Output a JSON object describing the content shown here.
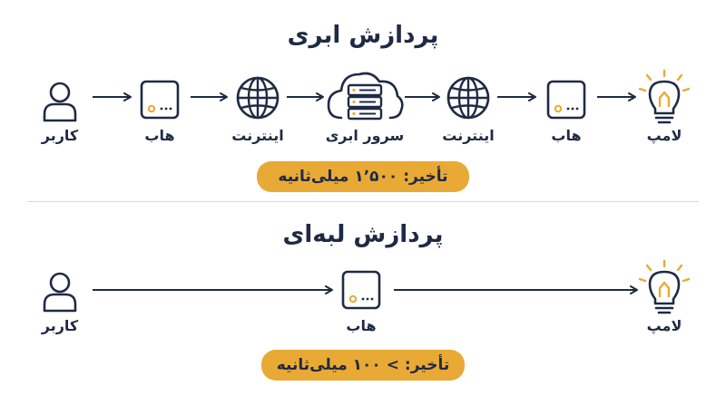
{
  "cloud": {
    "title": "پردازش ابری",
    "nodes": [
      {
        "icon": "user-icon",
        "label": "کاربر"
      },
      {
        "icon": "hub-icon",
        "label": "هاب"
      },
      {
        "icon": "globe-icon",
        "label": "اینترنت"
      },
      {
        "icon": "cloud-server-icon",
        "label": "سرور ابری"
      },
      {
        "icon": "globe-icon",
        "label": "اینترنت"
      },
      {
        "icon": "hub-icon",
        "label": "هاب"
      },
      {
        "icon": "lamp-icon",
        "label": "لامپ"
      }
    ],
    "latency": "تأخیر: ۱٬۵۰۰ میلی‌ثانیه"
  },
  "edge": {
    "title": "پردازش لبه‌ای",
    "nodes": [
      {
        "icon": "user-icon",
        "label": "کاربر"
      },
      {
        "icon": "hub-icon",
        "label": "هاب"
      },
      {
        "icon": "lamp-icon",
        "label": "لامپ"
      }
    ],
    "latency": "تأخیر: > ۱۰۰ میلی‌ثانیه"
  },
  "colors": {
    "ink": "#1f2a44",
    "accent": "#e9a935",
    "divider": "#d9dbe0"
  }
}
